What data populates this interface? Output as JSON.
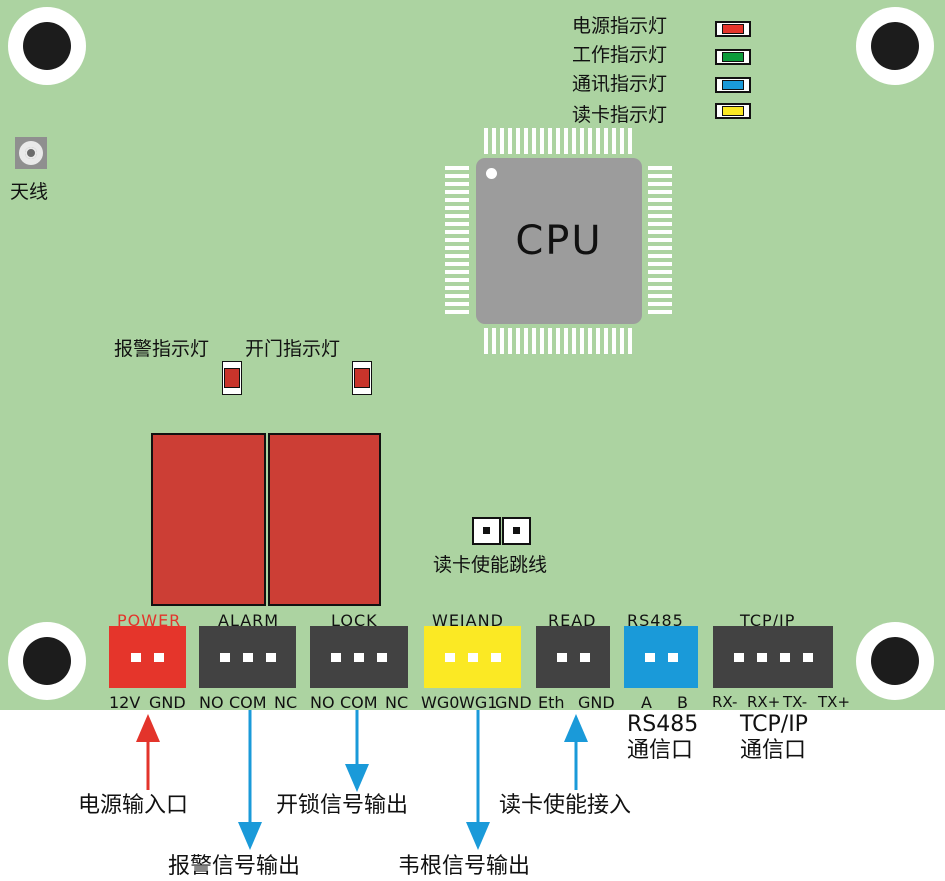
{
  "colors": {
    "board": "#acd3a1",
    "relay": "#cc3e35",
    "power_connector": "#e5352b",
    "dark_connector": "#424242",
    "weiand_connector": "#fbe924",
    "rs485_connector": "#1a9ad9",
    "arrow_red": "#e3342b",
    "arrow_blue": "#1a9ad9",
    "led_red": "#e5352b",
    "led_green": "#0c9b3b",
    "led_blue": "#1a9ad9",
    "led_yellow": "#fbe924"
  },
  "indicators": [
    {
      "label": "电源指示灯",
      "color": "#e5352b"
    },
    {
      "label": "工作指示灯",
      "color": "#0c9b3b"
    },
    {
      "label": "通讯指示灯",
      "color": "#1a9ad9"
    },
    {
      "label": "读卡指示灯",
      "color": "#fbe924"
    }
  ],
  "antenna": {
    "label": "天线"
  },
  "cpu": {
    "label": "CPU"
  },
  "status_leds": [
    {
      "label": "报警指示灯"
    },
    {
      "label": "开门指示灯"
    }
  ],
  "jumper": {
    "label": "读卡使能跳线"
  },
  "connectors": [
    {
      "title": "POWER",
      "pins": [
        "12V",
        "GND"
      ],
      "color": "#e5352b",
      "title_color": "#e3342b"
    },
    {
      "title": "ALARM",
      "pins": [
        "NO",
        "COM",
        "NC"
      ],
      "color": "#424242"
    },
    {
      "title": "LOCK",
      "pins": [
        "NO",
        "COM",
        "NC"
      ],
      "color": "#424242"
    },
    {
      "title": "WEIAND",
      "pins": [
        "WG0",
        "WG1",
        "GND"
      ],
      "color": "#fbe924"
    },
    {
      "title": "READ",
      "pins": [
        "Eth",
        "GND"
      ],
      "color": "#424242"
    },
    {
      "title": "RS485",
      "pins": [
        "A",
        "B"
      ],
      "color": "#1a9ad9"
    },
    {
      "title": "TCP/IP",
      "pins": [
        "RX-",
        "RX+",
        "TX-",
        "TX+"
      ],
      "color": "#424242"
    }
  ],
  "port_notes": {
    "rs485": [
      "RS485",
      "通信口"
    ],
    "tcpip": [
      "TCP/IP",
      "通信口"
    ]
  },
  "callouts": {
    "power_input": "电源输入口",
    "alarm_output": "报警信号输出",
    "lock_output": "开锁信号输出",
    "wiegand_output": "韦根信号输出",
    "read_enable_input": "读卡使能接入"
  }
}
